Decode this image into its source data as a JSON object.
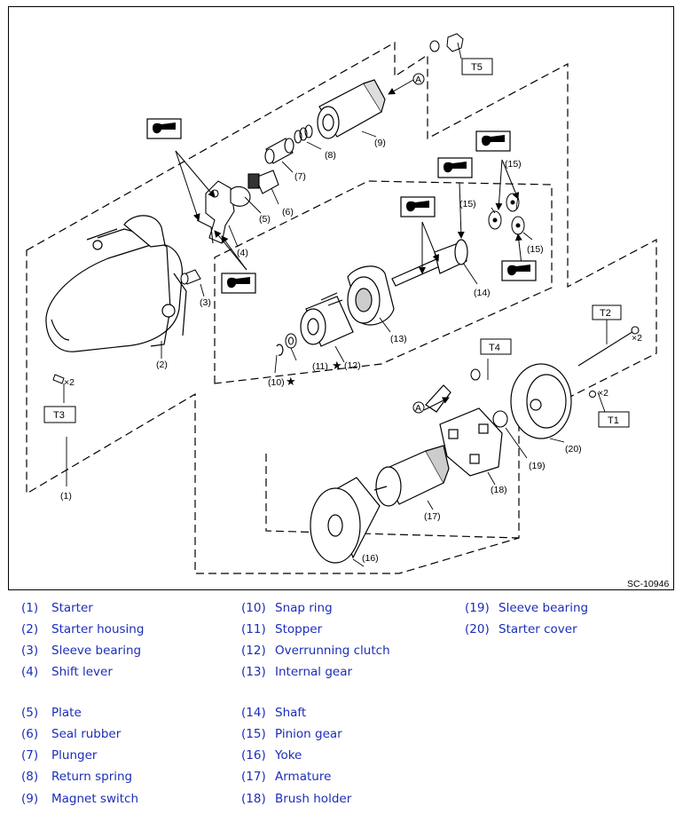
{
  "figure": {
    "code": "SC-10946",
    "torque_labels": [
      "T1",
      "T2",
      "T3",
      "T4",
      "T5"
    ],
    "multipliers": [
      "×2",
      "×2",
      "×2"
    ],
    "ref_marks": [
      "A",
      "A"
    ],
    "callouts": [
      "(1)",
      "(2)",
      "(3)",
      "(4)",
      "(5)",
      "(6)",
      "(7)",
      "(8)",
      "(9)",
      "(10)",
      "(11)",
      "(12)",
      "(13)",
      "(14)",
      "(15)",
      "(15)",
      "(15)",
      "(16)",
      "(17)",
      "(18)",
      "(19)",
      "(20)"
    ],
    "star": "★"
  },
  "legend": {
    "col1": [
      {
        "num": "(1)",
        "name": "Starter"
      },
      {
        "num": "(2)",
        "name": "Starter housing"
      },
      {
        "num": "(3)",
        "name": "Sleeve bearing"
      },
      {
        "num": "(4)",
        "name": "Shift lever"
      },
      {
        "num": "(5)",
        "name": "Plate"
      },
      {
        "num": "(6)",
        "name": "Seal rubber"
      },
      {
        "num": "(7)",
        "name": "Plunger"
      },
      {
        "num": "(8)",
        "name": "Return spring"
      },
      {
        "num": "(9)",
        "name": "Magnet switch"
      }
    ],
    "col2": [
      {
        "num": "(10)",
        "name": "Snap ring"
      },
      {
        "num": "(11)",
        "name": "Stopper"
      },
      {
        "num": "(12)",
        "name": "Overrunning clutch"
      },
      {
        "num": "(13)",
        "name": "Internal gear"
      },
      {
        "num": "(14)",
        "name": "Shaft"
      },
      {
        "num": "(15)",
        "name": "Pinion gear"
      },
      {
        "num": "(16)",
        "name": "Yoke"
      },
      {
        "num": "(17)",
        "name": "Armature"
      },
      {
        "num": "(18)",
        "name": "Brush holder"
      }
    ],
    "col3": [
      {
        "num": "(19)",
        "name": "Sleeve bearing"
      },
      {
        "num": "(20)",
        "name": "Starter cover"
      }
    ]
  }
}
